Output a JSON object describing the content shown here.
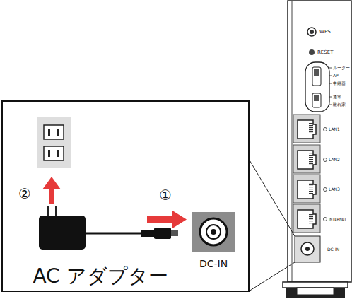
{
  "diagram": {
    "labels": [
      "WPS",
      "RESET",
      "ルーター",
      "AP",
      "中継器",
      "通常",
      "離れ家",
      "LAN1",
      "LAN2",
      "LAN3",
      "INTERNET",
      "DC-IN",
      "②",
      "①",
      "DC-IN",
      "AC アダプター"
    ]
  }
}
